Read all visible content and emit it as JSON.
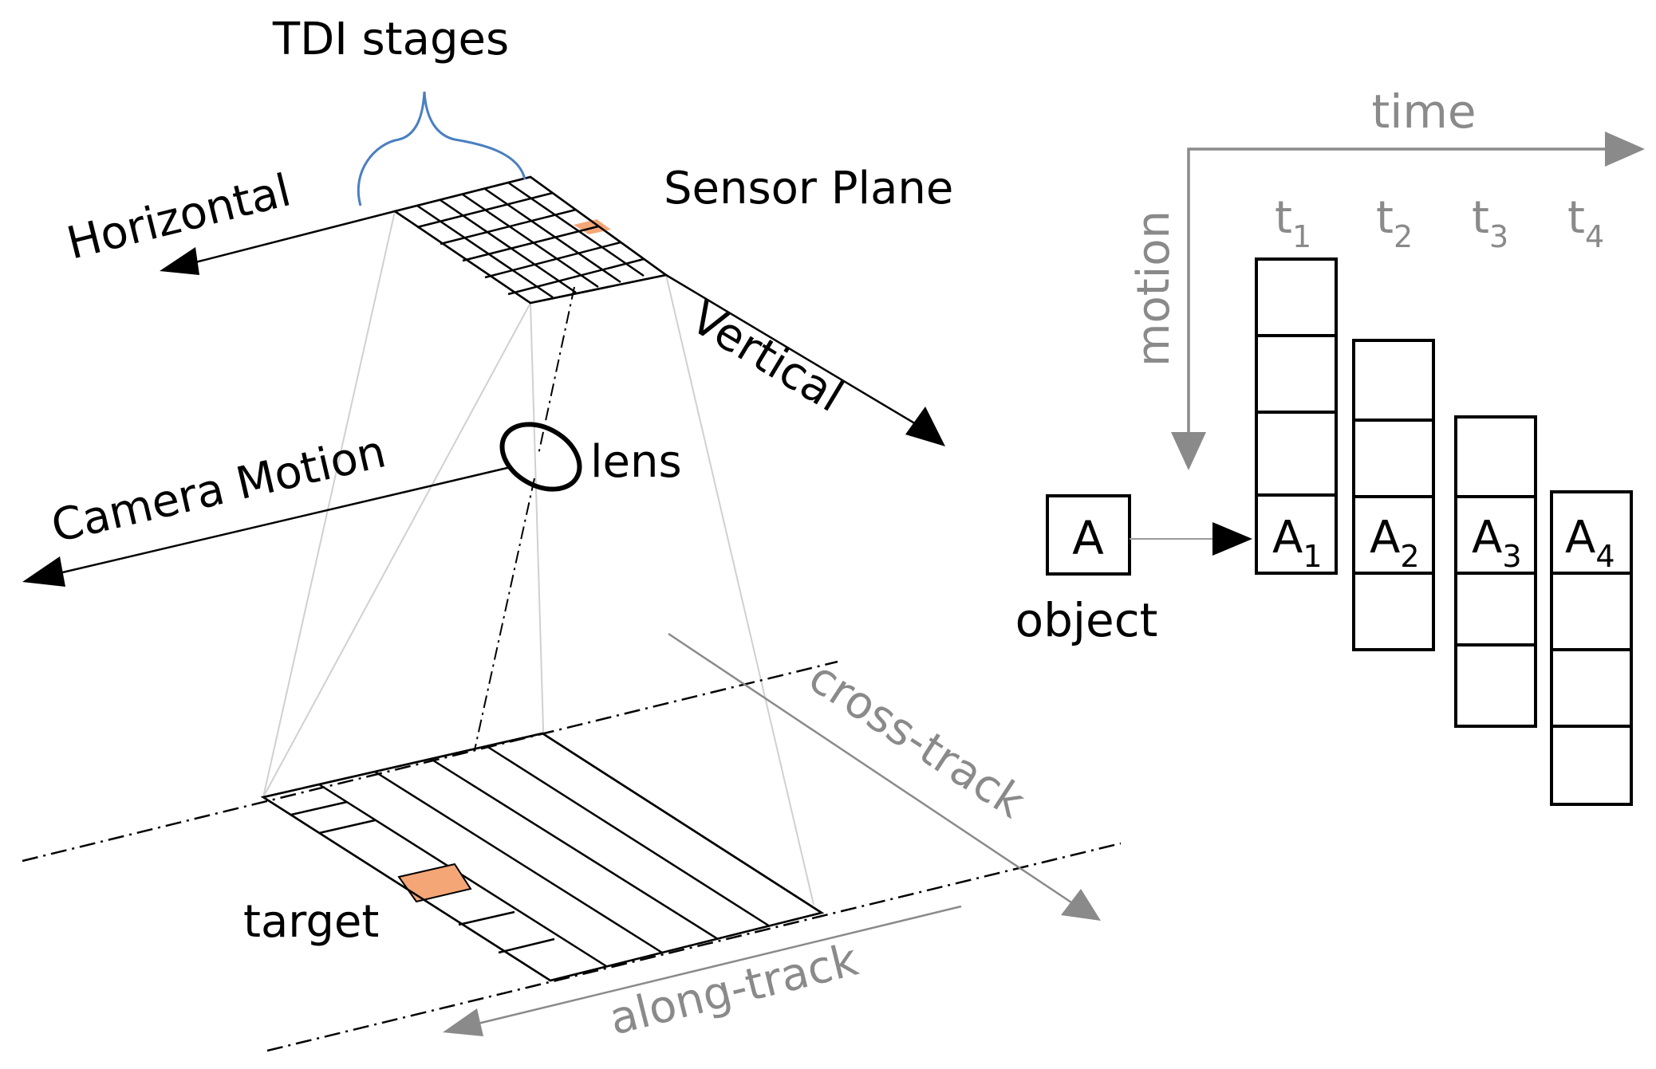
{
  "labels": {
    "tdi_stages": "TDI stages",
    "horizontal": "Horizontal",
    "sensor_plane": "Sensor Plane",
    "vertical": "Vertical",
    "camera_motion": "Camera Motion",
    "lens": "lens",
    "target": "target",
    "cross_track": "cross-track",
    "along_track": "along-track",
    "time": "time",
    "motion": "motion",
    "object": "object"
  },
  "object_box": "A",
  "time_steps": [
    {
      "t": "t",
      "sub": "1",
      "a": "A",
      "asub": "1"
    },
    {
      "t": "t",
      "sub": "2",
      "a": "A",
      "asub": "2"
    },
    {
      "t": "t",
      "sub": "3",
      "a": "A",
      "asub": "3"
    },
    {
      "t": "t",
      "sub": "4",
      "a": "A",
      "asub": "4"
    }
  ],
  "colors": {
    "ink": "#000000",
    "gray_text": "#8a8a8a",
    "highlight": "#f5a677",
    "brace": "#4a7fc1",
    "ray": "#cccccc"
  }
}
